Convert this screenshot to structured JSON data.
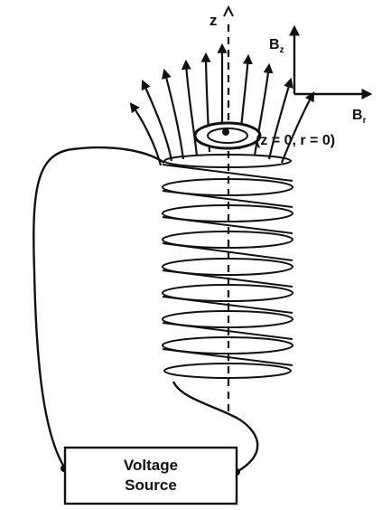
{
  "labels": {
    "z_axis": "z",
    "bz": "B",
    "bz_sub": "z",
    "br": "B",
    "br_sub": "r",
    "origin": "(z = 0, r = 0)"
  },
  "voltage_source": {
    "line1": "Voltage",
    "line2": "Source"
  },
  "colors": {
    "ink": "#111111",
    "background": "#ffffff"
  }
}
